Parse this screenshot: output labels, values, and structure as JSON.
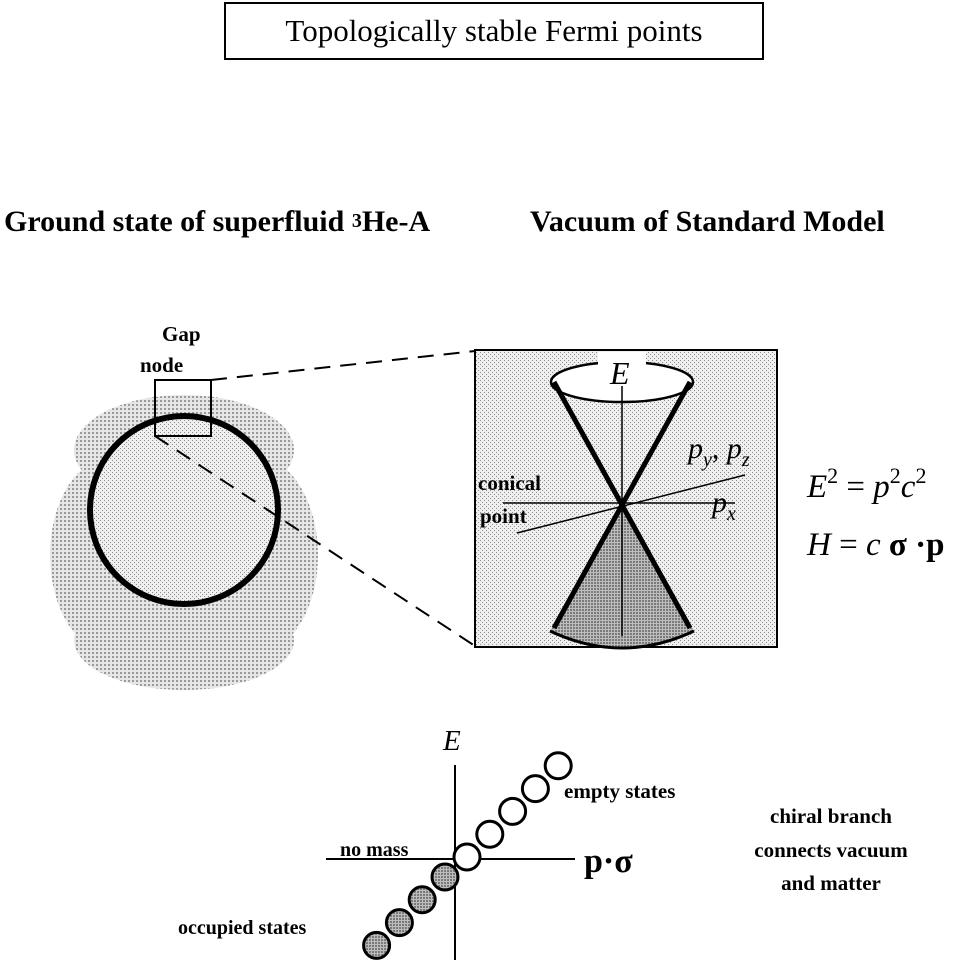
{
  "title": "Topologically stable Fermi points",
  "left_heading": {
    "prefix": "Ground state of superfluid ",
    "sup": "3",
    "suffix": "He-A"
  },
  "right_heading": "Vacuum of Standard Model",
  "gap_node": {
    "line1": "Gap",
    "line2": "node"
  },
  "cone_panel": {
    "energy_axis": "E",
    "p_transverse": {
      "p1": "p",
      "sub1": "y",
      "sep": ", ",
      "p2": "p",
      "sub2": "z"
    },
    "p_longitudinal": {
      "p": "p",
      "sub": "x"
    },
    "conical_label": {
      "line1": "conical",
      "line2": "point"
    }
  },
  "equations": {
    "eq1": {
      "E": "E",
      "exp1": "2",
      "eq": " = ",
      "p": "p",
      "exp2": "2",
      "c": "c",
      "exp3": "2"
    },
    "eq2": {
      "H": "H",
      "eq": " = ",
      "c": "c",
      "sigma": " σ",
      "dot": " ·",
      "p": "p"
    }
  },
  "branch_plot": {
    "energy_axis": "E",
    "momentum_axis": "p·σ",
    "no_mass": "no mass",
    "empty_states": "empty states",
    "occupied_states": "occupied states",
    "empty_count": 5,
    "occupied_count": 4
  },
  "chiral_note": {
    "line1": "chiral branch",
    "line2": "connects vacuum",
    "line3": "and matter"
  },
  "colors": {
    "ink": "#000000",
    "shade": "#b3b3b3",
    "panel_bg": "#d9d9d9",
    "fill_occupied": "#a6a6a6"
  }
}
